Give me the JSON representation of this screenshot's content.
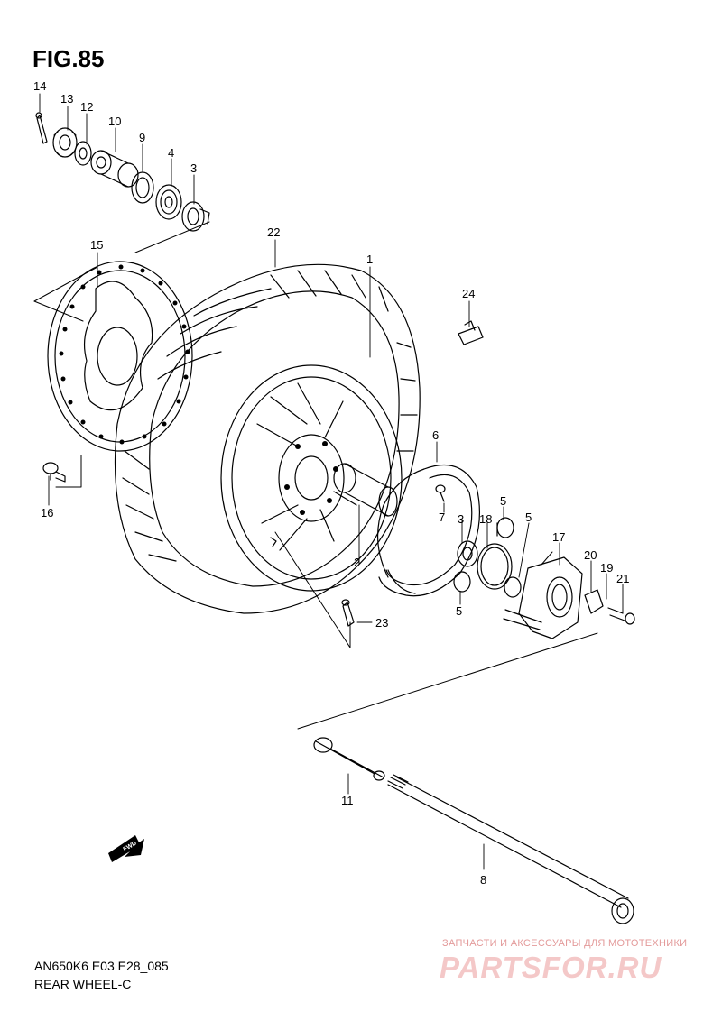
{
  "figure": {
    "title": "FIG.85",
    "model_code": "AN650K6 E03 E28_085",
    "section_name": "REAR WHEEL-C"
  },
  "watermark": {
    "tagline": "ЗАПЧАСТИ И АКСЕССУАРЫ ДЛЯ МОТОТЕХНИКИ",
    "logo_text": "PARTSFOR.RU",
    "color": "#f4c8c8"
  },
  "direction_arrow": {
    "label": "FWD"
  },
  "callouts": {
    "c1": "1",
    "c2": "2",
    "c3a": "3",
    "c3b": "3",
    "c4": "4",
    "c5a": "5",
    "c5b": "5",
    "c5c": "5",
    "c6": "6",
    "c7": "7",
    "c8": "8",
    "c9": "9",
    "c10": "10",
    "c11": "11",
    "c12": "12",
    "c13": "13",
    "c14": "14",
    "c15": "15",
    "c16": "16",
    "c17": "17",
    "c18": "18",
    "c19": "19",
    "c20": "20",
    "c21": "21",
    "c22": "22",
    "c23": "23",
    "c24": "24"
  }
}
